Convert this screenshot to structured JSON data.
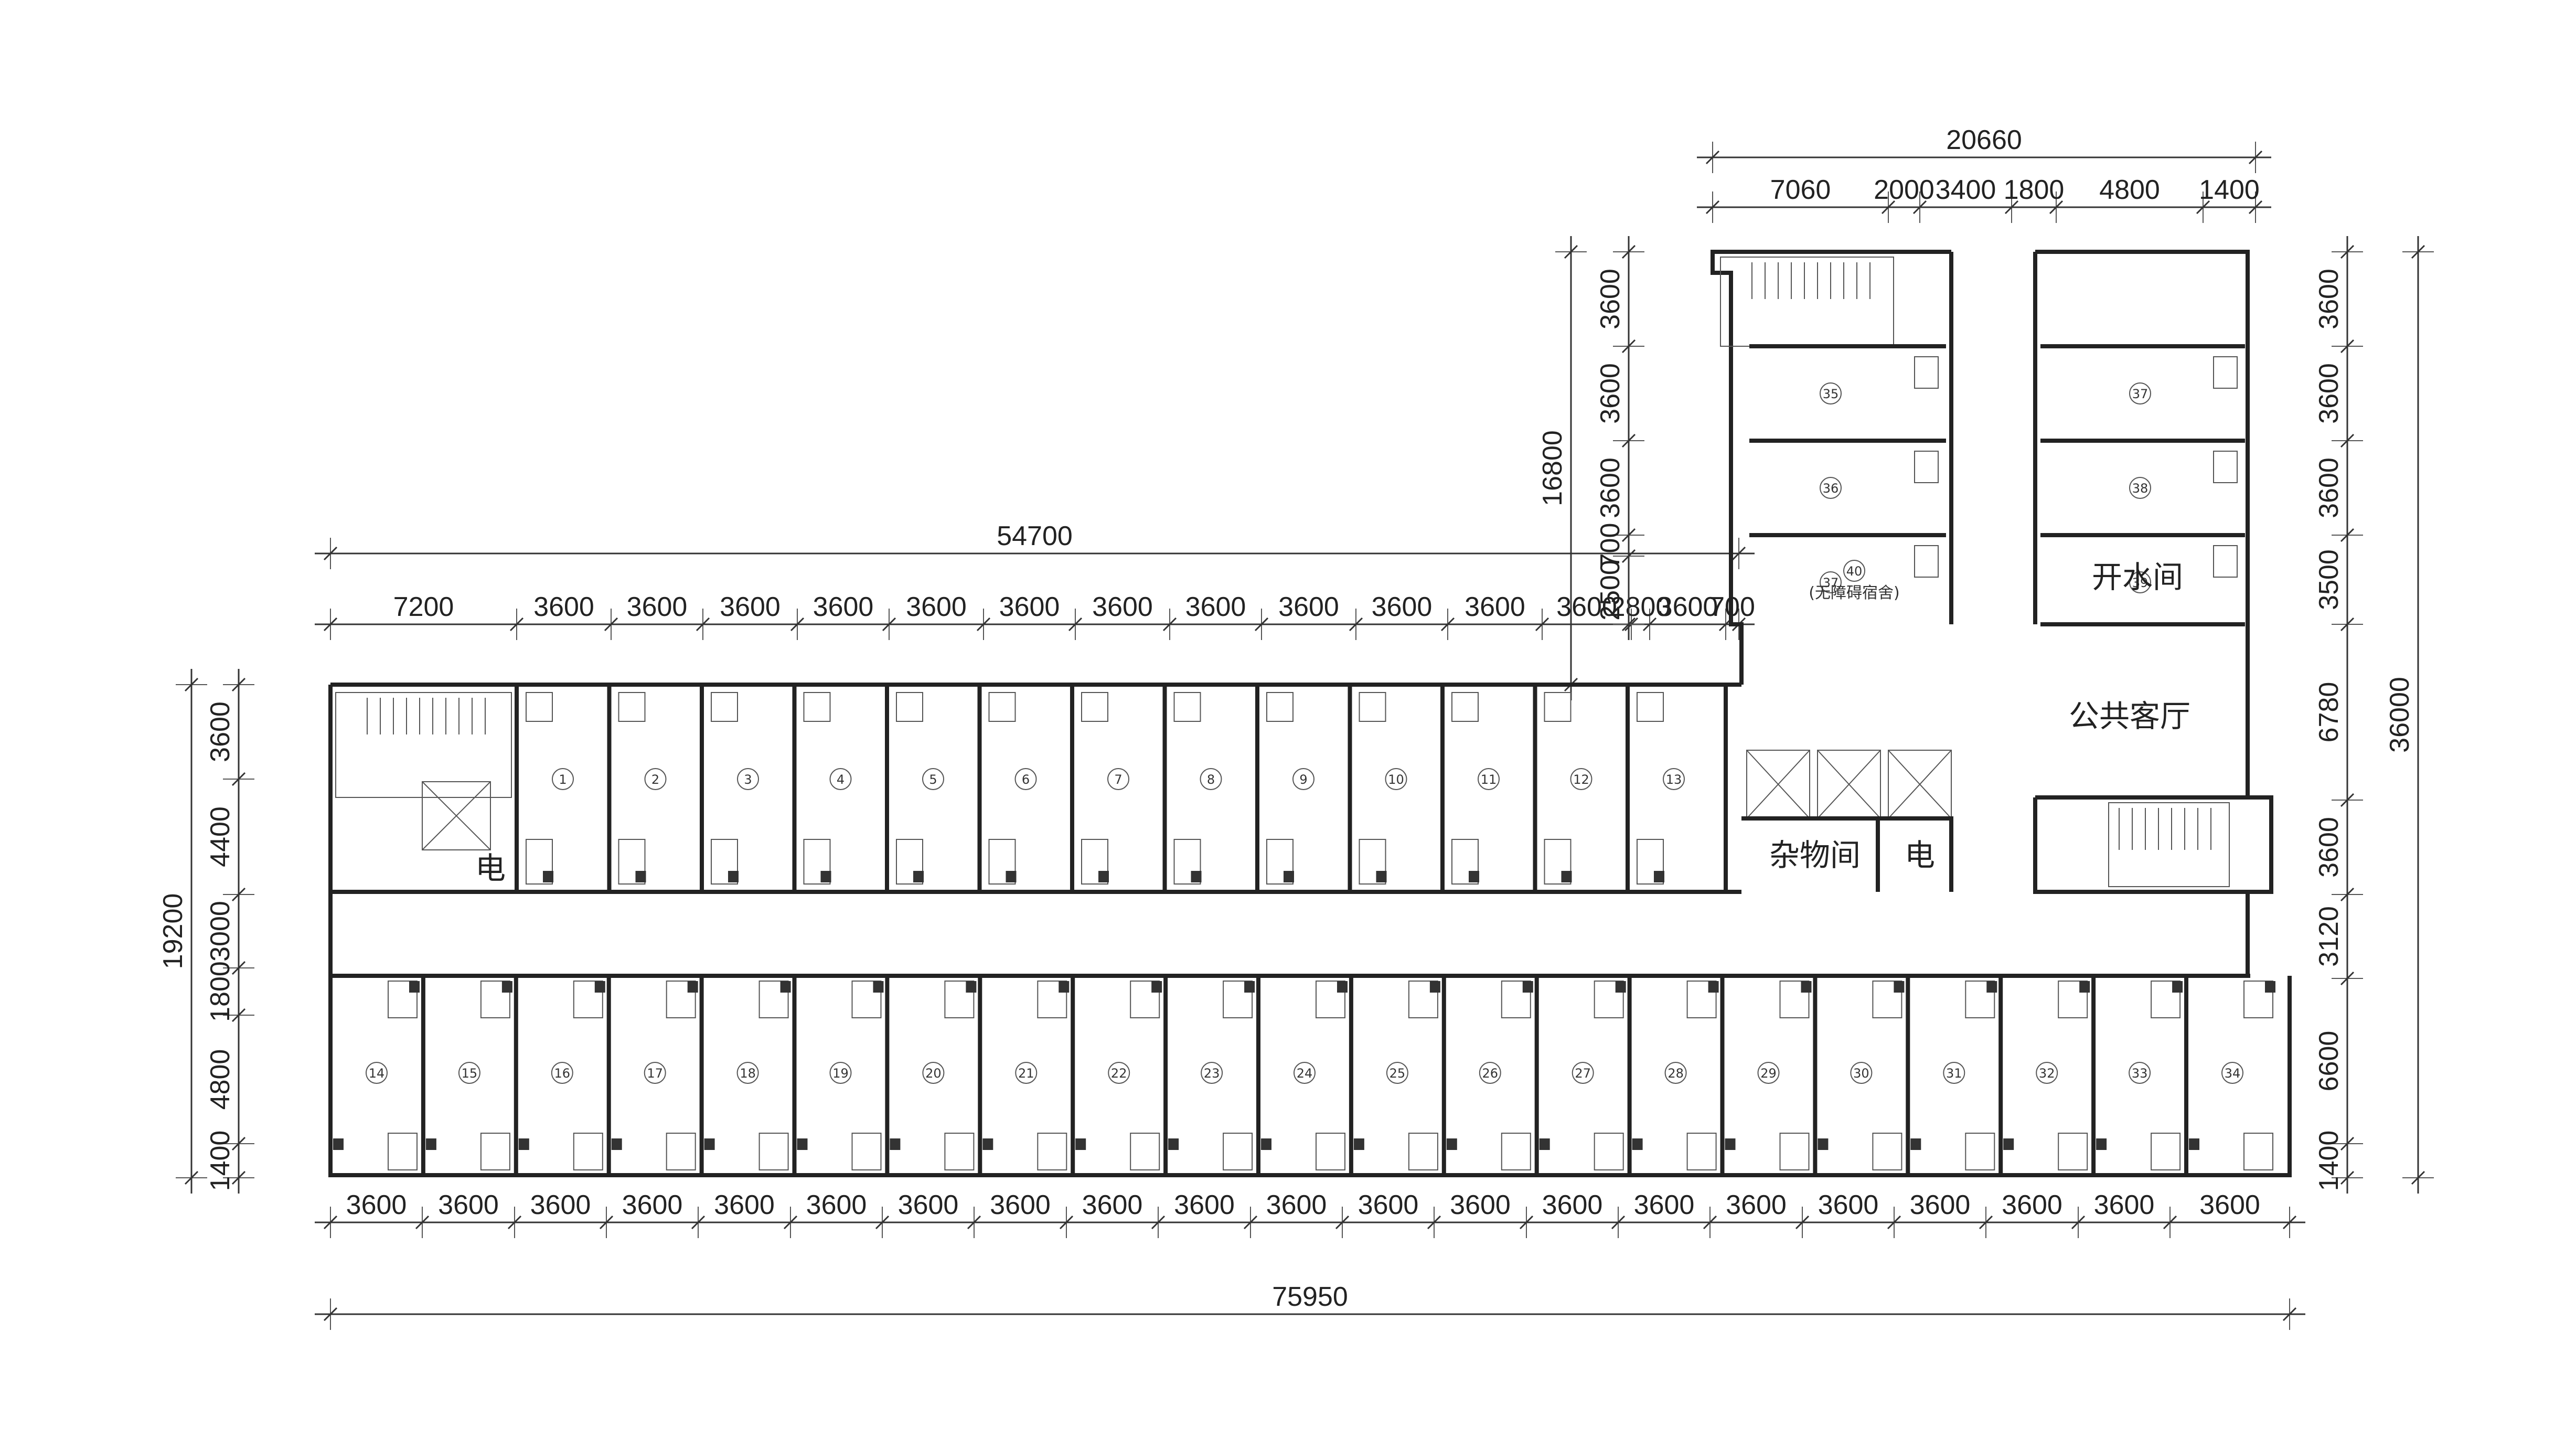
{
  "dimensions": {
    "annex_total": "20660",
    "annex_segments": [
      "7060",
      "2000",
      "3400",
      "1800",
      "4800",
      "1400"
    ],
    "main_top_total": "54700",
    "main_top_segments": [
      "7200",
      "3600",
      "3600",
      "3600",
      "3600",
      "3600",
      "3600",
      "3600",
      "3600",
      "3600",
      "3600",
      "3600",
      "3600",
      "2800",
      "3600",
      "700"
    ],
    "annex_left_total": "16800",
    "annex_left_segments": [
      "3600",
      "3600",
      "3600",
      "700",
      "2500"
    ],
    "left_total": "19200",
    "left_segments": [
      "3600",
      "4400",
      "3000",
      "1800",
      "4800",
      "1400"
    ],
    "right_total": "36000",
    "right_segments": [
      "3600",
      "3600",
      "3600",
      "3500",
      "6780",
      "3600",
      "3120",
      "6600",
      "1400"
    ],
    "bottom_segments": [
      "3600",
      "3600",
      "3600",
      "3600",
      "3600",
      "3600",
      "3600",
      "3600",
      "3600",
      "3600",
      "3600",
      "3600",
      "3600",
      "3600",
      "3600",
      "3600",
      "3600",
      "3600",
      "3600",
      "3600",
      "3600"
    ],
    "bottom_total": "75950"
  },
  "rooms": {
    "top_row": [
      "1",
      "2",
      "3",
      "4",
      "5",
      "6",
      "7",
      "8",
      "9",
      "10",
      "11",
      "12",
      "13"
    ],
    "bottom_row": [
      "14",
      "15",
      "16",
      "17",
      "18",
      "19",
      "20",
      "21",
      "22",
      "23",
      "24",
      "25",
      "26",
      "27",
      "28",
      "29",
      "30",
      "31",
      "32",
      "33",
      "34"
    ],
    "annex_left": [
      "35",
      "36",
      "37"
    ],
    "annex_right": [
      "37",
      "38",
      "39"
    ],
    "accessible_room_number": "40",
    "accessible_room_label": "(无障碍宿舍)",
    "boiling_water_room": "开水间",
    "public_lounge": "公共客厅",
    "storage_room": "杂物间",
    "electric_room": "电",
    "electric_room_2": "电"
  }
}
